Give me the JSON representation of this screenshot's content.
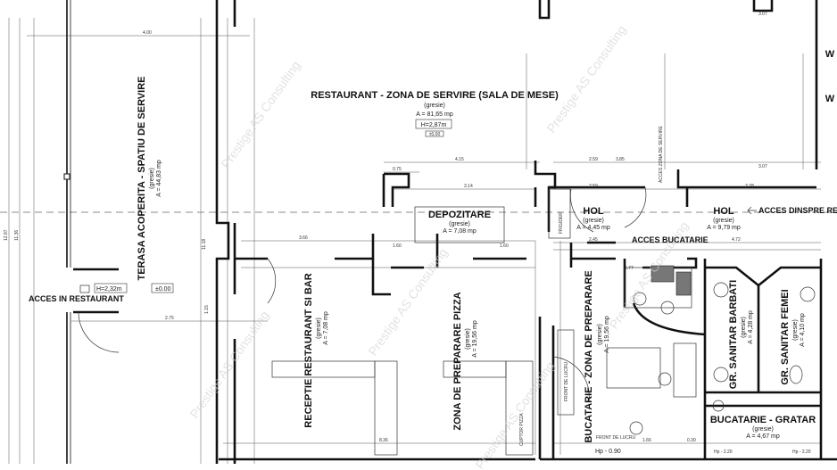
{
  "rooms": {
    "restaurant": {
      "name": "RESTAURANT - ZONA DE SERVIRE (SALA DE MESE)",
      "finish": "(gresie)",
      "area": "A = 81,65 mp",
      "height": "H=2,87m",
      "level": "±0.00"
    },
    "depozitare": {
      "name": "DEPOZITARE",
      "finish": "(gresie)",
      "area": "A = 7,08 mp"
    },
    "hol1": {
      "name": "HOL",
      "finish": "(gresie)",
      "area": "A = 4,45 mp"
    },
    "hol2": {
      "name": "HOL",
      "finish": "(gresie)",
      "area": "A = 9,79 mp"
    },
    "terasa": {
      "name": "TERASA ACOPERITA - SPATIU DE SERVIRE",
      "finish": "(gresie)",
      "area": "A = 44,83 mp",
      "height": "H=2,32m",
      "level": "±0.00"
    },
    "receptie": {
      "name": "RECEPTIE RESTAURANT SI BAR",
      "finish": "(gresie)",
      "area": "A = 7,08 mp"
    },
    "pizza": {
      "name": "ZONA DE PREPARARE PIZZA",
      "finish": "(gresie)",
      "area": "A = 19,56 mp"
    },
    "bucatarie": {
      "name": "BUCATARIE - ZONA DE PREPARARE",
      "finish": "(gresie)",
      "area": "A = 19,56 mp"
    },
    "barbati": {
      "name": "GR. SANITAR BARBATI",
      "finish": "(gresie)",
      "area": "A = 4,28 mp"
    },
    "femei": {
      "name": "GR. SANITAR FEMEI",
      "finish": "(gresie)",
      "area": "A = 4,10 mp"
    },
    "gratar": {
      "name": "BUCATARIE - GRATAR",
      "finish": "(gresie)",
      "area": "A = 4,67 mp"
    },
    "wc1": {
      "name": "W"
    },
    "wc2": {
      "name": "W"
    }
  },
  "labels": {
    "acces_restaurant": "ACCES IN RESTAURANT",
    "acces_bucatarie": "ACCES BUCATARIE",
    "acces_recepție": "ACCES DINSPRE REC",
    "frigider": "FRIGIDER",
    "front_lucru": "FRONT DE LUCRU",
    "cuptor_pizza": "CUPTOR PIZZA",
    "hp090": "Hp - 0.90",
    "hp220a": "Hp - 2.20",
    "hp220b": "Hp - 2.20",
    "zona_servire": "ACCES ZONA DE SERVIRE",
    "watermark": "Prestige AS Consulting"
  },
  "dims": {
    "d415": "4.15",
    "d075": "0.75",
    "d314": "3.14",
    "d385": "3.85",
    "d259": "2.59",
    "d307": "3.07",
    "d400": "4.00",
    "d275": "2.75",
    "d836": "8.36",
    "d160": "1.60",
    "d366": "3.66",
    "d472": "4.72",
    "d245": "2.45",
    "d378": "3.78",
    "d1187": "12.87",
    "d1136": "11.36",
    "d1118": "11.18",
    "d166": "1.66",
    "d177": "1.77",
    "d115": "1.15",
    "d030": "0.30"
  }
}
